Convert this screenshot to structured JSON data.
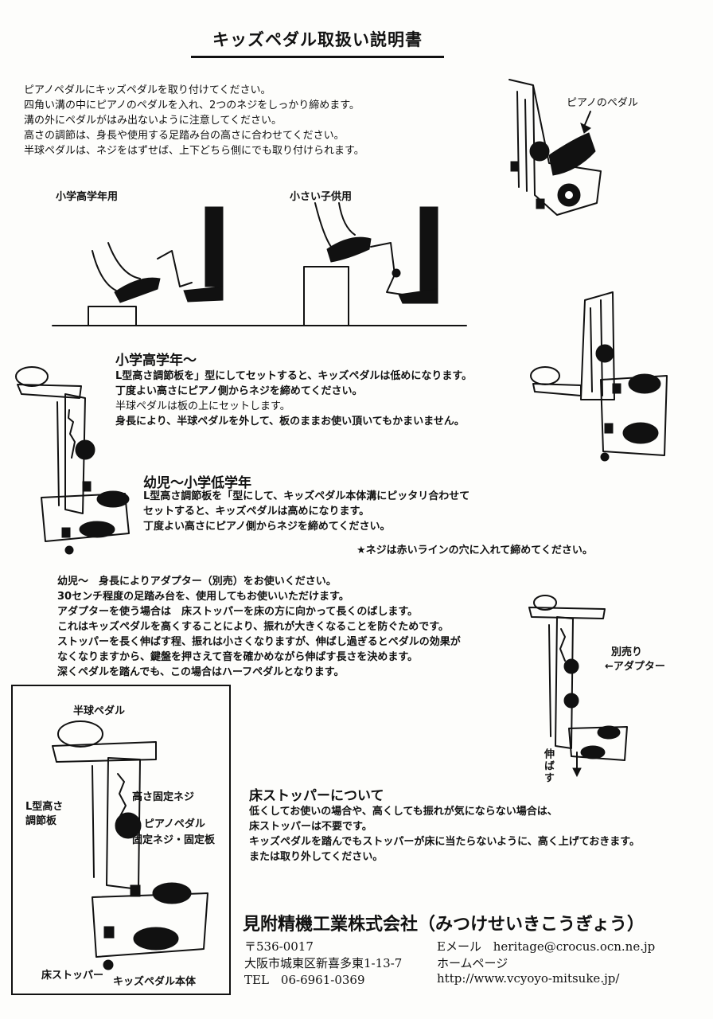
{
  "title": "キッズペダル取扱い説明書",
  "intro": [
    "ピアノペダルにキッズペダルを取り付けてください。",
    "四角い溝の中にピアノのペダルを入れ、2つのネジをしっかり締めます。",
    "溝の外にペダルがはみ出ないように注意してください。",
    "高さの調節は、身長や使用する足踏み台の高さに合わせてください。",
    "半球ペダルは、ネジをはずせば、上下どちら側にでも取り付けられます。"
  ],
  "piano_pedal_label": "ピアノのペダル",
  "usage_labels": {
    "upper_grades": "小学高学年用",
    "small_children": "小さい子供用"
  },
  "section_upper": {
    "heading": "小学高学年〜",
    "lines": [
      "L型高さ調節板を」型にしてセットすると、キッズペダルは低めになります。",
      "丁度よい高さにピアノ側からネジを締めてください。",
      "半球ペダルは板の上にセットします。",
      "身長により、半球ペダルを外して、板のままお使い頂いてもかまいません。"
    ]
  },
  "section_young": {
    "heading": "幼児〜小学低学年",
    "lines": [
      "L型高さ調節板を「型にして、キッズペダル本体溝にピッタリ合わせて",
      "セットすると、キッズペダルは高めになります。",
      "丁度よい高さにピアノ側からネジを締めてください。"
    ],
    "note": "★ネジは赤いラインの穴に入れて締めてください。"
  },
  "section_infant": {
    "lines": [
      "幼児〜　身長によりアダプター（別売）をお使いください。",
      "30センチ程度の足踏み台を、使用してもお使いいただけます。",
      "アダプターを使う場合は　床ストッパーを床の方に向かって長くのばします。",
      "これはキッズペダルを高くすることにより、振れが大きくなることを防ぐためです。",
      "ストッパーを長く伸ばす程、振れは小さくなりますが、伸ばし過ぎるとペダルの効果が",
      "なくなりますから、鍵盤を押さえて音を確かめながら伸ばす長さを決めます。",
      "深くペダルを踏んでも、この場合はハーフペダルとなります。"
    ]
  },
  "adapter_labels": {
    "sold_separately": "別売り",
    "adapter": "アダプター",
    "extend": "伸ばす"
  },
  "parts_diagram": {
    "hemisphere_pedal": "半球ペダル",
    "l_plate_1": "L型高さ",
    "l_plate_2": "調節板",
    "height_screw": "高さ固定ネジ",
    "piano_pedal_1": "ピアノペダル",
    "piano_pedal_2": "固定ネジ・固定板",
    "floor_stopper": "床ストッパー",
    "body": "キッズペダル本体"
  },
  "floor_stopper": {
    "heading": "床ストッパーについて",
    "lines": [
      "低くしてお使いの場合や、高くしても振れが気にならない場合は、",
      "床ストッパーは不要です。",
      "キッズペダルを踏んでもストッパーが床に当たらないように、高く上げておきます。",
      "または取り外してください。"
    ]
  },
  "company": {
    "name": "見附精機工業株式会社（みつけせいきこうぎょう）",
    "postal": "〒536-0017",
    "address": "大阪市城東区新喜多東1-13-7",
    "tel": "TEL　06-6961-0369",
    "email_label": "Eメール",
    "email": "heritage@crocus.ocn.ne.jp",
    "homepage_label": "ホームページ",
    "url": "http://www.vcyoyo-mitsuke.jp/"
  }
}
